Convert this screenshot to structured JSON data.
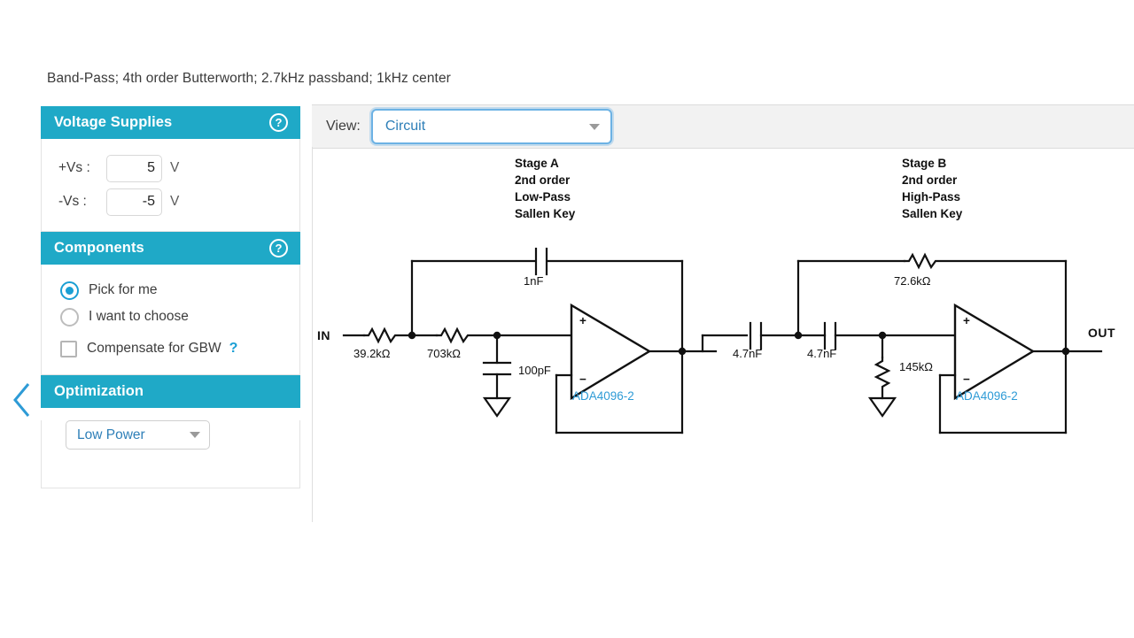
{
  "page": {
    "title": "Band-Pass; 4th order Butterworth; 2.7kHz passband; 1kHz center"
  },
  "theme": {
    "panel_header": "#1fa9c7",
    "accent_blue": "#2e7fb8",
    "focus_blue": "#6cb2e4",
    "toolbar_bg": "#f2f2f2"
  },
  "sidebar": {
    "collapse_icon": "chevron-left-icon",
    "panels": [
      {
        "id": "voltage-supplies",
        "title": "Voltage Supplies",
        "help_glyph": "?",
        "fields": [
          {
            "label": "+Vs :",
            "value": "5",
            "unit": "V"
          },
          {
            "label": "-Vs :",
            "value": "-5",
            "unit": "V"
          }
        ]
      },
      {
        "id": "components",
        "title": "Components",
        "help_glyph": "?",
        "radios": [
          {
            "label": "Pick for me",
            "selected": true
          },
          {
            "label": "I want to choose",
            "selected": false
          }
        ],
        "checkbox": {
          "label": "Compensate for GBW",
          "checked": false,
          "help_glyph": "?"
        }
      },
      {
        "id": "optimization",
        "title": "Optimization",
        "select": {
          "value": "Low Power",
          "caret": "chevron-down-icon"
        }
      }
    ]
  },
  "toolbar": {
    "view_label": "View:",
    "view_select": {
      "value": "Circuit",
      "caret": "chevron-down-icon"
    }
  },
  "circuit": {
    "io": {
      "input": "IN",
      "output": "OUT"
    },
    "stages": [
      {
        "id": "stage-a",
        "caption_lines": [
          "Stage A",
          "2nd order",
          "Low-Pass",
          "Sallen Key"
        ],
        "opamp": "ADA4096-2",
        "components": [
          {
            "ref": "r-in-series",
            "value": "39.2kΩ",
            "type": "resistor"
          },
          {
            "ref": "r-second-series",
            "value": "703kΩ",
            "type": "resistor"
          },
          {
            "ref": "c-feedback",
            "value": "1nF",
            "type": "capacitor"
          },
          {
            "ref": "c-to-ground",
            "value": "100pF",
            "type": "capacitor"
          }
        ]
      },
      {
        "id": "stage-b",
        "caption_lines": [
          "Stage B",
          "2nd order",
          "High-Pass",
          "Sallen Key"
        ],
        "opamp": "ADA4096-2",
        "components": [
          {
            "ref": "c-in-series-1",
            "value": "4.7nF",
            "type": "capacitor"
          },
          {
            "ref": "c-in-series-2",
            "value": "4.7nF",
            "type": "capacitor"
          },
          {
            "ref": "r-feedback",
            "value": "72.6kΩ",
            "type": "resistor"
          },
          {
            "ref": "r-to-ground",
            "value": "145kΩ",
            "type": "resistor"
          }
        ]
      }
    ],
    "opamp_pins": {
      "plus": "+",
      "minus": "−"
    }
  }
}
